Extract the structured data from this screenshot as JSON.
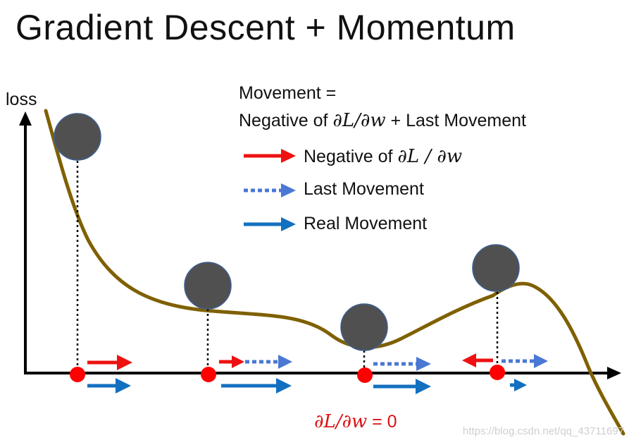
{
  "title": "Gradient Descent + Momentum",
  "axis": {
    "y_label": "loss"
  },
  "formula": {
    "line1": "Movement =",
    "line2_prefix": "Negative of ",
    "line2_math": "∂L/∂w",
    "line2_suffix": " + Last Movement"
  },
  "legend": [
    {
      "prefix": "Negative of ",
      "math": "∂L / ∂w",
      "color": "#ee1111",
      "style": "solid"
    },
    {
      "prefix": "Last Movement",
      "math": "",
      "color": "#4a78d4",
      "style": "dotted"
    },
    {
      "prefix": "Real Movement",
      "math": "",
      "color": "#1270c0",
      "style": "solid"
    }
  ],
  "zero_gradient_label": {
    "math": "∂L/∂w",
    "suffix": " = 0",
    "color": "#dd1111"
  },
  "watermark": "https://blog.csdn.net/qq_43711697",
  "colors": {
    "curve": "#7f6000",
    "ball": "#505050",
    "ball_edge": "#3e5f8f",
    "axis": "#000000",
    "point": "#ff0000"
  }
}
